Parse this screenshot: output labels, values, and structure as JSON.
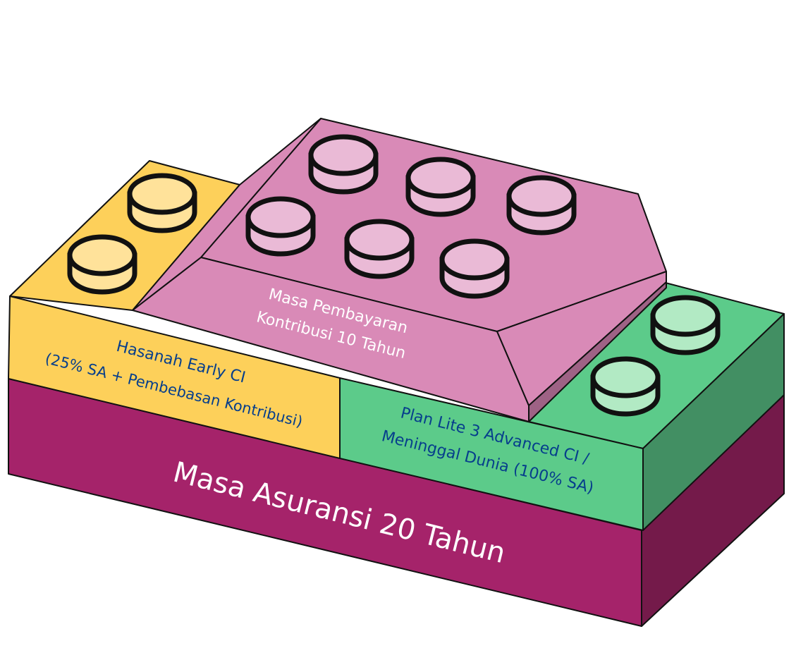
{
  "diagram": {
    "type": "stacked-blocks",
    "blocks": {
      "base": {
        "label": "Masa Asuransi 20 Tahun",
        "face_color": "#A5236A",
        "side_color": "#741A4A",
        "text_color": "#FFFFFF"
      },
      "yellow": {
        "line1": "Hasanah Early CI",
        "line2": "(25% SA + Pembebasan Kontribusi)",
        "face_color": "#FDD05A",
        "top_color": "#FDD05A",
        "stud_color": "#FFE29A",
        "text_color": "#063E8C",
        "studs": 2
      },
      "green": {
        "line1": "Plan Lite 3 Advanced CI /",
        "line2": "Meninggal Dunia (100% SA)",
        "face_color": "#5CCB8A",
        "side_color": "#428F63",
        "stud_color": "#B2EAC4",
        "text_color": "#063E8C",
        "studs": 2
      },
      "pink": {
        "line1": "Masa Pembayaran",
        "line2": "Kontribusi 10 Tahun",
        "face_color": "#D98AB7",
        "side_color": "#9E6285",
        "stud_color": "#EABAD6",
        "text_color": "#FFFFFF",
        "studs": 6
      }
    }
  }
}
